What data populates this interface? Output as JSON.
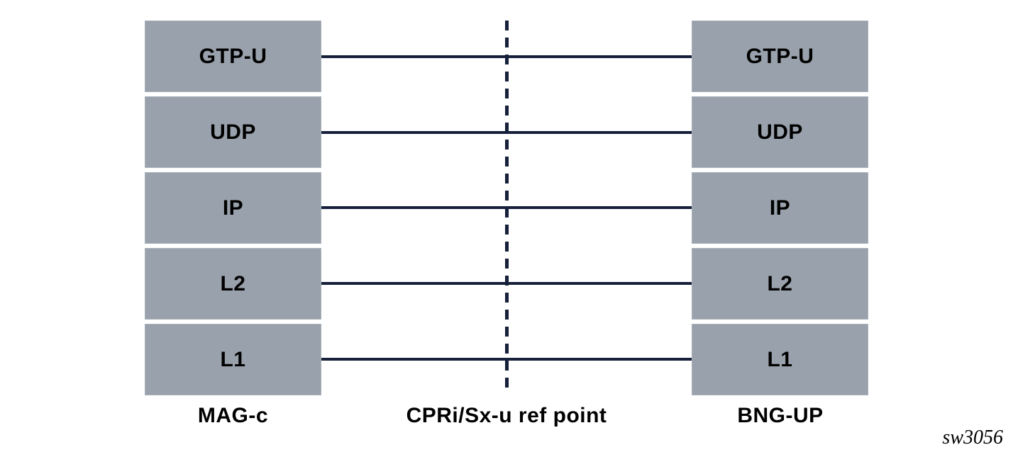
{
  "left_stack": {
    "label": "MAG-c",
    "layers": [
      "GTP-U",
      "UDP",
      "IP",
      "L2",
      "L1"
    ]
  },
  "right_stack": {
    "label": "BNG-UP",
    "layers": [
      "GTP-U",
      "UDP",
      "IP",
      "L2",
      "L1"
    ]
  },
  "ref_point": {
    "label": "CPRi/Sx-u ref point"
  },
  "figure_id": "sw3056",
  "colors": {
    "box_fill": "#99a2ac",
    "line": "#16203a",
    "text": "#000000",
    "background": "#ffffff"
  }
}
